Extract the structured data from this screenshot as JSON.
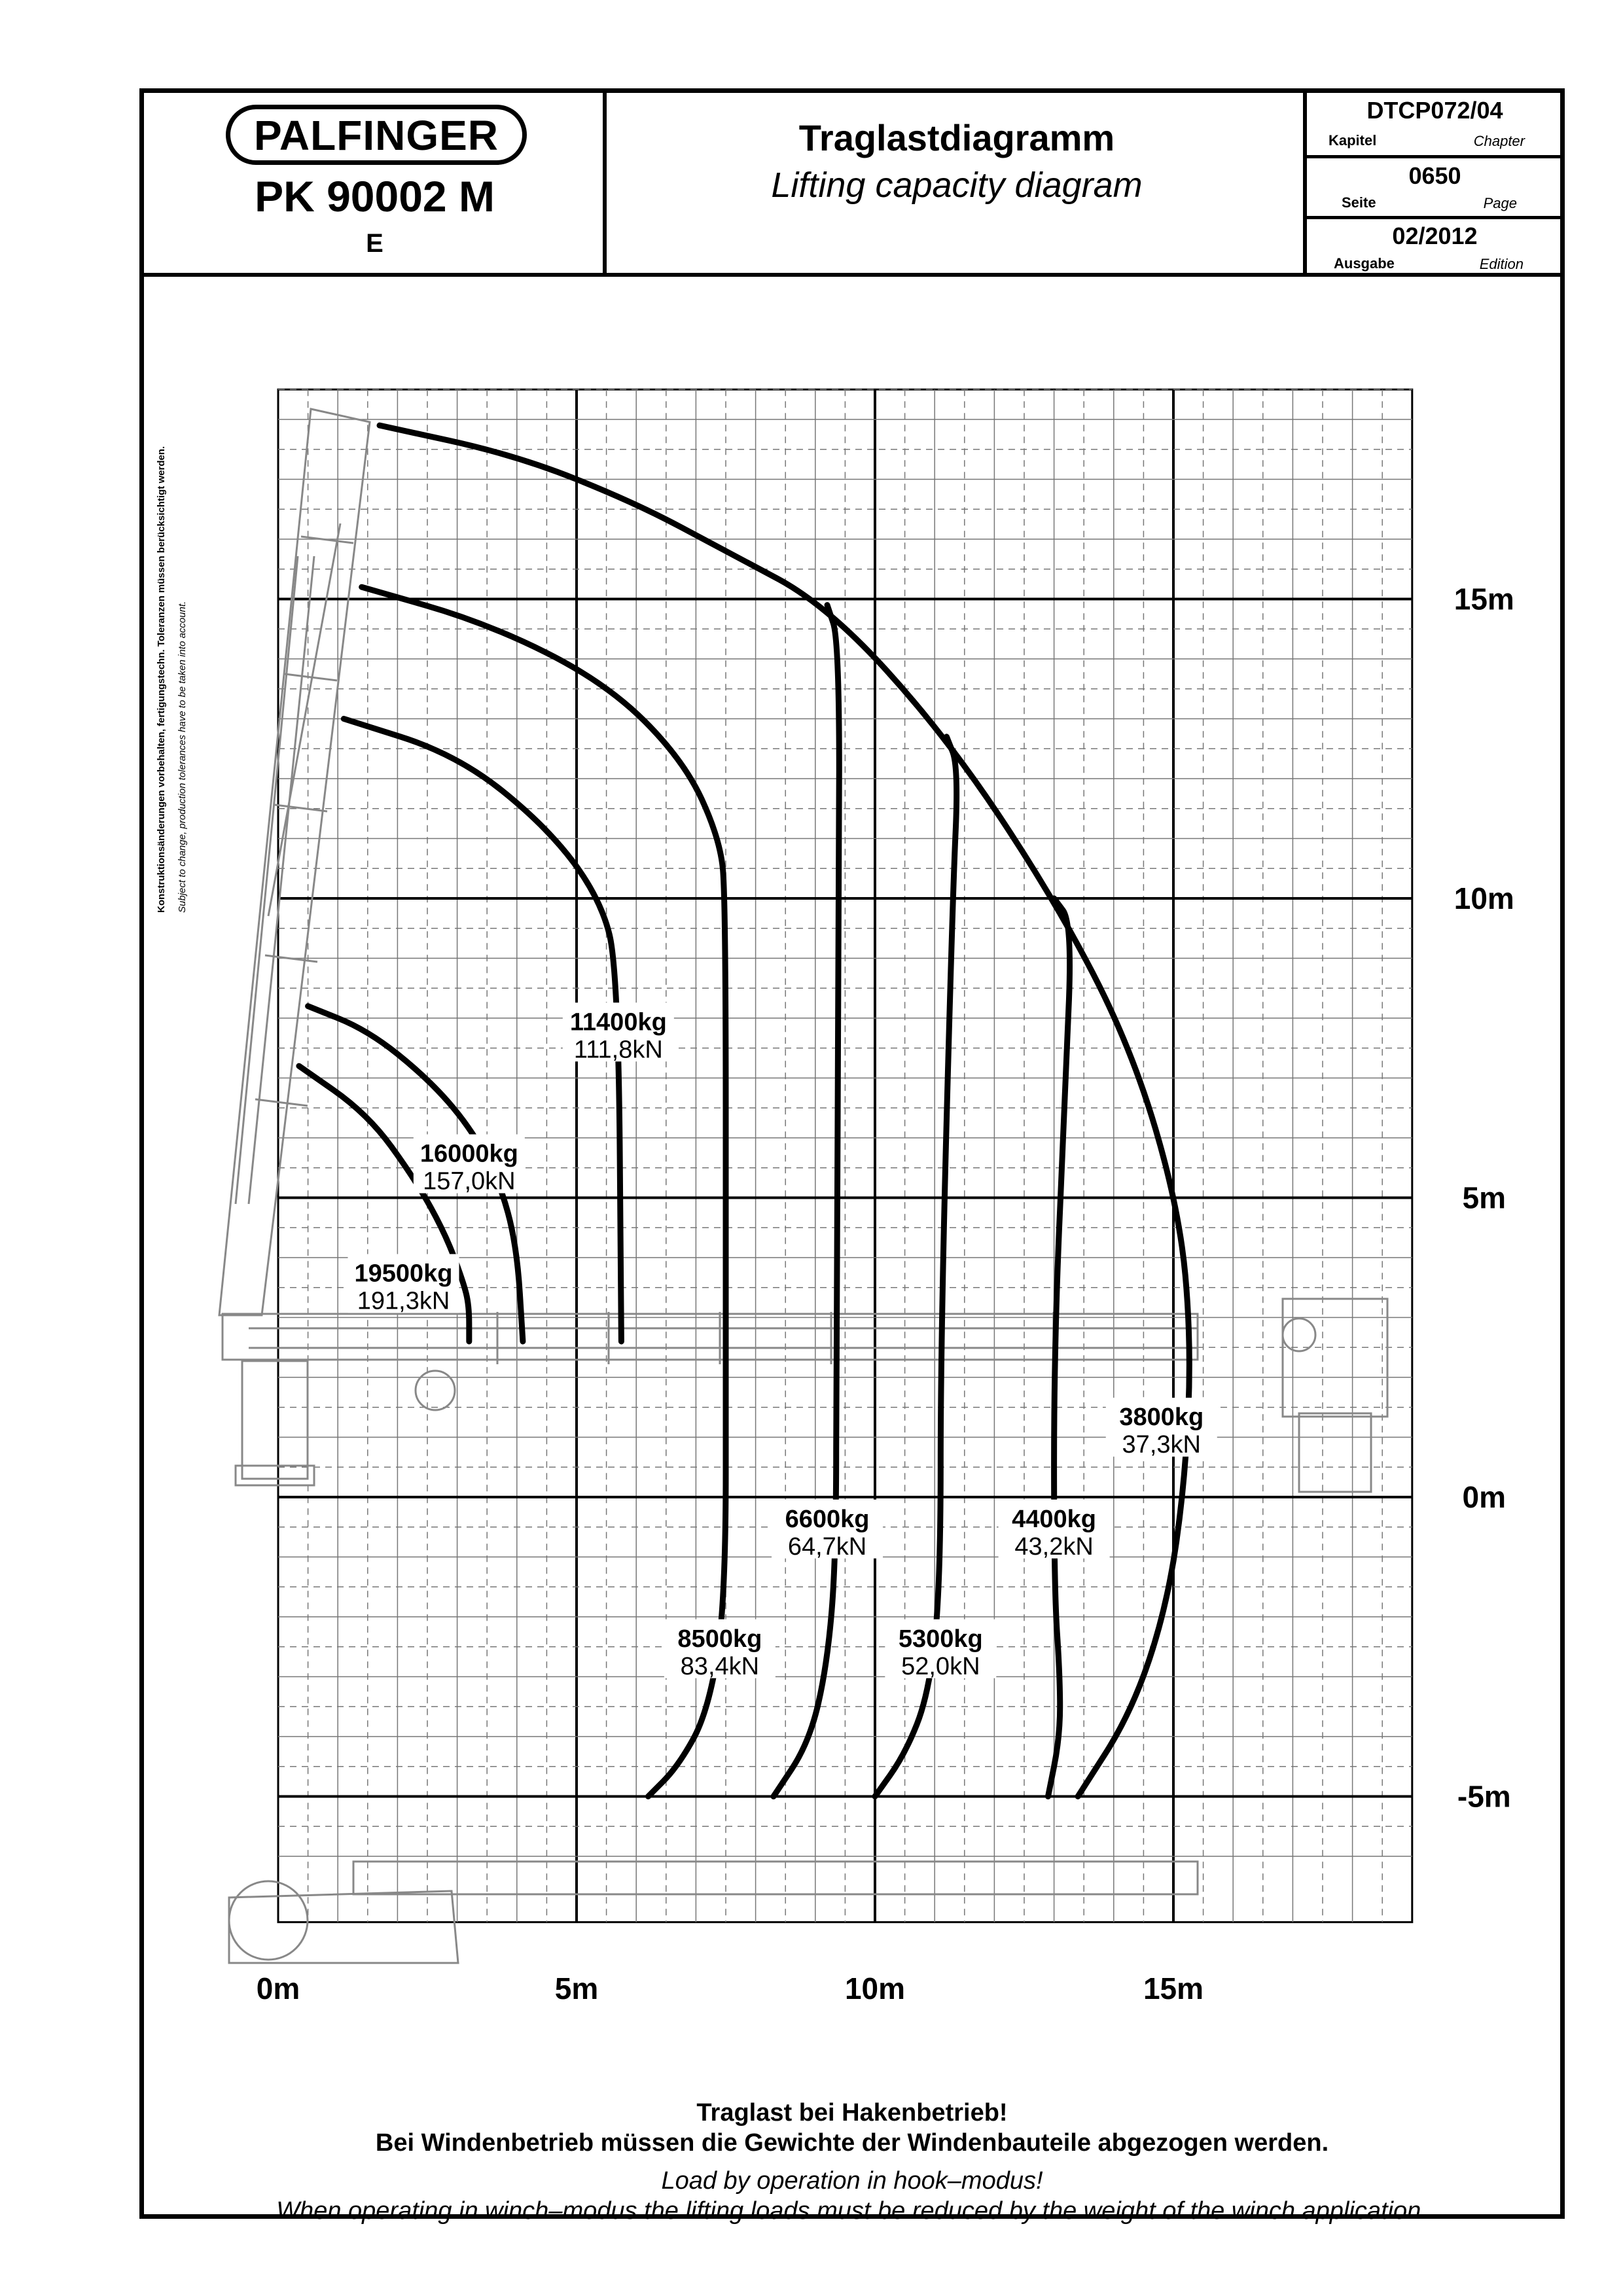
{
  "header": {
    "brand": "PALFINGER",
    "model": "PK 90002 M",
    "variant": "E",
    "title_de": "Traglastdiagramm",
    "title_en": "Lifting capacity diagram",
    "chapter_value": "DTCP072/04",
    "chapter_de": "Kapitel",
    "chapter_en": "Chapter",
    "page_value": "0650",
    "page_de": "Seite",
    "page_en": "Page",
    "edition_value": "02/2012",
    "edition_de": "Ausgabe",
    "edition_en": "Edition"
  },
  "side_note": {
    "de": "Konstruktionsänderungen vorbehalten, fertigungstechn. Toleranzen müssen berücksichtigt werden.",
    "en": "Subject to change, production tolerances have to be taken into account."
  },
  "footer": {
    "line1_de": "Traglast bei Hakenbetrieb!",
    "line2_de": "Bei Windenbetrieb müssen die Gewichte der Windenbauteile abgezogen werden.",
    "line1_en": "Load by operation in hook–modus!",
    "line2_en": "When operating in winch–modus the lifting loads must be reduced by the weight of the winch application."
  },
  "chart_data": {
    "type": "line",
    "title": "",
    "xlabel": "",
    "ylabel": "",
    "xlim": [
      0,
      19
    ],
    "ylim": [
      -7.5,
      19
    ],
    "grid": true,
    "x_ticks": [
      {
        "value": 0,
        "label": "0m"
      },
      {
        "value": 5,
        "label": "5m"
      },
      {
        "value": 10,
        "label": "10m"
      },
      {
        "value": 15,
        "label": "15m"
      }
    ],
    "y_ticks": [
      {
        "value": 15,
        "label": "15m"
      },
      {
        "value": 10,
        "label": "10m"
      },
      {
        "value": 5,
        "label": "5m"
      },
      {
        "value": 0,
        "label": "0m"
      },
      {
        "value": -5,
        "label": "-5m"
      }
    ],
    "series": [
      {
        "kg": "19500kg",
        "kn": "191,3kN",
        "label_at": [
          2.1,
          3.6
        ],
        "points": [
          [
            0.35,
            7.2
          ],
          [
            1.5,
            6.4
          ],
          [
            2.3,
            5.3
          ],
          [
            2.8,
            4.4
          ],
          [
            3.1,
            3.6
          ],
          [
            3.2,
            3.2
          ],
          [
            3.2,
            2.6
          ]
        ]
      },
      {
        "kg": "16000kg",
        "kn": "157,0kN",
        "label_at": [
          3.2,
          5.6
        ],
        "points": [
          [
            0.5,
            8.2
          ],
          [
            1.5,
            7.8
          ],
          [
            2.5,
            7.0
          ],
          [
            3.2,
            6.2
          ],
          [
            3.7,
            5.3
          ],
          [
            4.0,
            4.2
          ],
          [
            4.1,
            2.6
          ]
        ]
      },
      {
        "kg": "11400kg",
        "kn": "111,8kN",
        "label_at": [
          5.7,
          7.8
        ],
        "points": [
          [
            1.1,
            13.0
          ],
          [
            3.0,
            12.4
          ],
          [
            4.5,
            11.2
          ],
          [
            5.4,
            10.0
          ],
          [
            5.7,
            8.8
          ],
          [
            5.75,
            2.6
          ]
        ]
      },
      {
        "kg": "8500kg",
        "kn": "83,4kN",
        "label_at": [
          7.4,
          -2.5
        ],
        "points": [
          [
            1.4,
            15.2
          ],
          [
            3.5,
            14.6
          ],
          [
            5.5,
            13.6
          ],
          [
            6.8,
            12.3
          ],
          [
            7.4,
            11.0
          ],
          [
            7.5,
            10.0
          ],
          [
            7.5,
            2.6
          ],
          [
            7.5,
            -1.8
          ],
          [
            7.2,
            -3.6
          ],
          [
            6.7,
            -4.5
          ],
          [
            6.2,
            -5.0
          ]
        ]
      },
      {
        "kg": "6600kg",
        "kn": "64,7kN",
        "label_at": [
          9.2,
          -0.5
        ],
        "points": [
          [
            9.2,
            14.9
          ],
          [
            9.4,
            14.3
          ],
          [
            9.4,
            10.0
          ],
          [
            9.35,
            2.6
          ],
          [
            9.35,
            -1.0
          ],
          [
            9.2,
            -2.8
          ],
          [
            8.9,
            -4.1
          ],
          [
            8.3,
            -5.0
          ]
        ]
      },
      {
        "kg": "5300kg",
        "kn": "52,0kN",
        "label_at": [
          11.1,
          -2.5
        ],
        "points": [
          [
            11.2,
            12.7
          ],
          [
            11.4,
            12.2
          ],
          [
            11.3,
            10.0
          ],
          [
            11.1,
            2.6
          ],
          [
            11.1,
            -1.5
          ],
          [
            10.9,
            -3.3
          ],
          [
            10.5,
            -4.3
          ],
          [
            10.0,
            -5.0
          ]
        ]
      },
      {
        "kg": "4400kg",
        "kn": "43,2kN",
        "label_at": [
          13.0,
          -0.5
        ],
        "points": [
          [
            13.0,
            10.0
          ],
          [
            13.3,
            9.6
          ],
          [
            13.2,
            7.0
          ],
          [
            13.0,
            2.6
          ],
          [
            13.0,
            -1.5
          ],
          [
            13.1,
            -3.0
          ],
          [
            13.1,
            -4.0
          ],
          [
            12.9,
            -5.0
          ]
        ]
      },
      {
        "kg": "3800kg",
        "kn": "37,3kN",
        "label_at": [
          14.8,
          1.2
        ],
        "points": [
          [
            1.7,
            17.9
          ],
          [
            4.0,
            17.4
          ],
          [
            6.0,
            16.6
          ],
          [
            7.5,
            15.8
          ],
          [
            9.2,
            14.9
          ],
          [
            11.2,
            12.7
          ],
          [
            13.0,
            10.0
          ],
          [
            14.3,
            7.5
          ],
          [
            15.1,
            4.8
          ],
          [
            15.3,
            2.6
          ],
          [
            15.2,
            0.3
          ],
          [
            14.9,
            -1.8
          ],
          [
            14.3,
            -3.6
          ],
          [
            13.4,
            -5.0
          ]
        ]
      }
    ]
  }
}
